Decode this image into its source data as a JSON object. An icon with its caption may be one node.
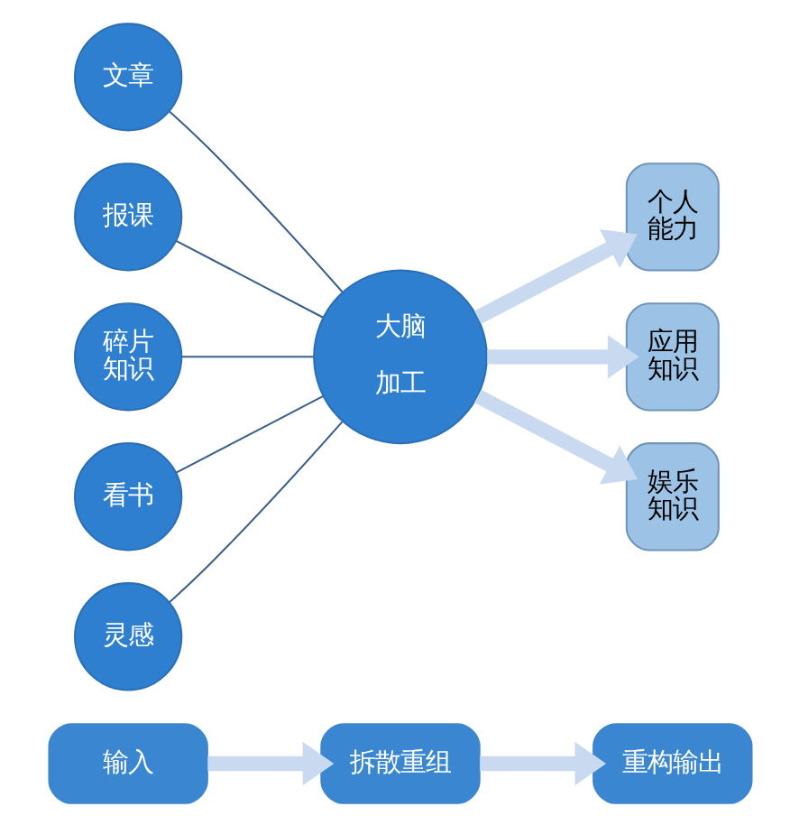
{
  "diagram": {
    "nodes": [
      {
        "text": [
          "文章"
        ]
      },
      {
        "text": [
          "报课"
        ]
      },
      {
        "text": [
          "碎片知识"
        ]
      },
      {
        "text": [
          "看书"
        ]
      },
      {
        "text": [
          "灵感"
        ]
      },
      {
        "text": [
          "大脑",
          "加工"
        ]
      },
      {
        "text": [
          "个人能力"
        ]
      },
      {
        "text": [
          "应用知识"
        ]
      },
      {
        "text": [
          "娱乐知识"
        ]
      },
      {
        "text": [
          "输入"
        ]
      },
      {
        "text": [
          "拆散重组"
        ]
      },
      {
        "text": [
          "重构输出"
        ]
      }
    ],
    "edges": [
      {
        "from": 0,
        "to": 5,
        "arrow": "none"
      },
      {
        "from": 1,
        "to": 5,
        "arrow": "none"
      },
      {
        "from": 2,
        "to": 5,
        "arrow": "none"
      },
      {
        "from": 3,
        "to": 5,
        "arrow": "none"
      },
      {
        "from": 4,
        "to": 5,
        "arrow": "none"
      },
      {
        "from": 5,
        "to": 6,
        "arrow": "to",
        "style": "thick",
        "color": "#c9daf0"
      },
      {
        "from": 5,
        "to": 7,
        "arrow": "to",
        "style": "thick",
        "color": "#c9daf0"
      },
      {
        "from": 5,
        "to": 8,
        "arrow": "to",
        "style": "thick",
        "color": "#c9daf0"
      },
      {
        "from": 9,
        "to": 10,
        "arrow": "to",
        "style": "thick",
        "color": "#c9daf0"
      },
      {
        "from": 10,
        "to": 11,
        "arrow": "to",
        "style": "thick",
        "color": "#c9daf0"
      }
    ]
  }
}
